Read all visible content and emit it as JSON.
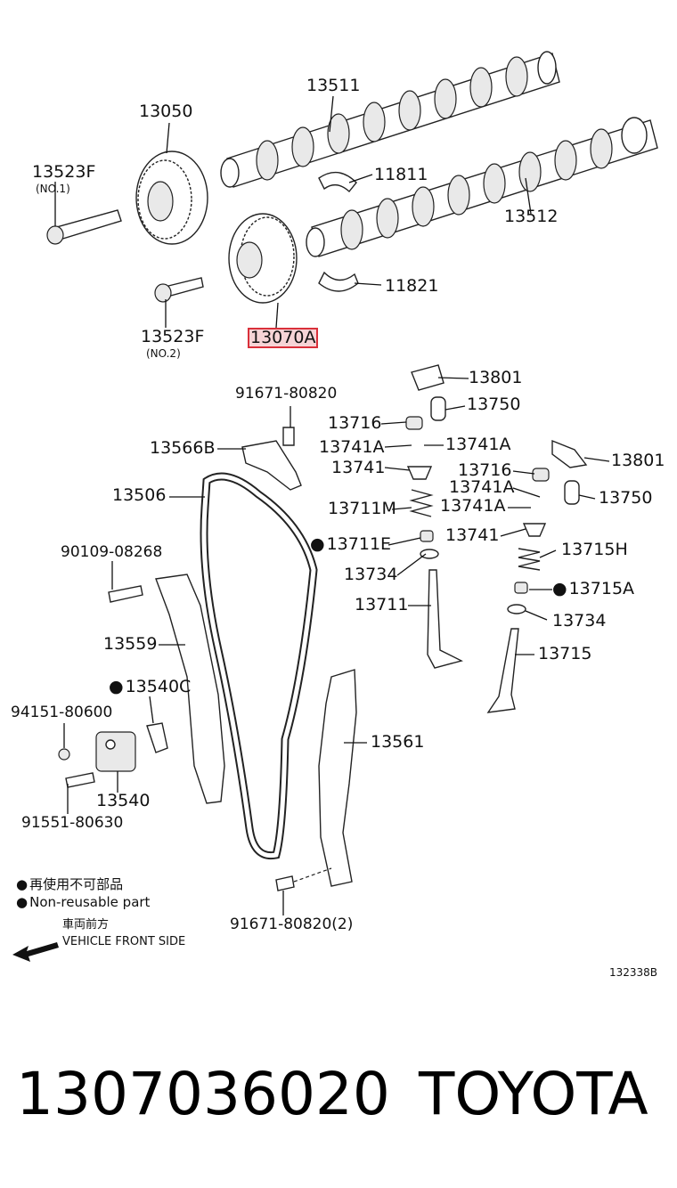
{
  "diagram": {
    "labels": {
      "p13511": "13511",
      "p13050": "13050",
      "p13523f_1": "13523F",
      "no1": "(NO.1)",
      "p11811": "11811",
      "p13512": "13512",
      "p11821": "11821",
      "p13523f_2": "13523F",
      "no2": "(NO.2)",
      "p13070a": "13070A",
      "p13801_a": "13801",
      "p91671_a": "91671-80820",
      "p13716_a": "13716",
      "p13750_a": "13750",
      "p13741a_1": "13741A",
      "p13741a_2": "13741A",
      "p13566b": "13566B",
      "p13741_a": "13741",
      "p13801_b": "13801",
      "p13716_b": "13716",
      "p13506": "13506",
      "p13741a_3": "13741A",
      "p13750_b": "13750",
      "p13711m": "13711M",
      "p13741a_4": "13741A",
      "p13711e": "13711E",
      "p13741_b": "13741",
      "p90109": "90109-08268",
      "p13715h": "13715H",
      "p13734_a": "13734",
      "p13715a": "13715A",
      "p13711": "13711",
      "p13734_b": "13734",
      "p13559": "13559",
      "p13715": "13715",
      "p13540c": "13540C",
      "p94151": "94151-80600",
      "p13561": "13561",
      "p13540": "13540",
      "p91551": "91551-80630",
      "p91671_b": "91671-80820(2)",
      "code": "132338B"
    },
    "legend": {
      "jp": "再使用不可部品",
      "en": "Non-reusable part",
      "front_jp": "車両前方",
      "front_en": "VEHICLE FRONT SIDE"
    },
    "highlight_color": "#d9303a"
  },
  "footer": {
    "part_number": "1307036020",
    "brand": "TOYOTA"
  }
}
